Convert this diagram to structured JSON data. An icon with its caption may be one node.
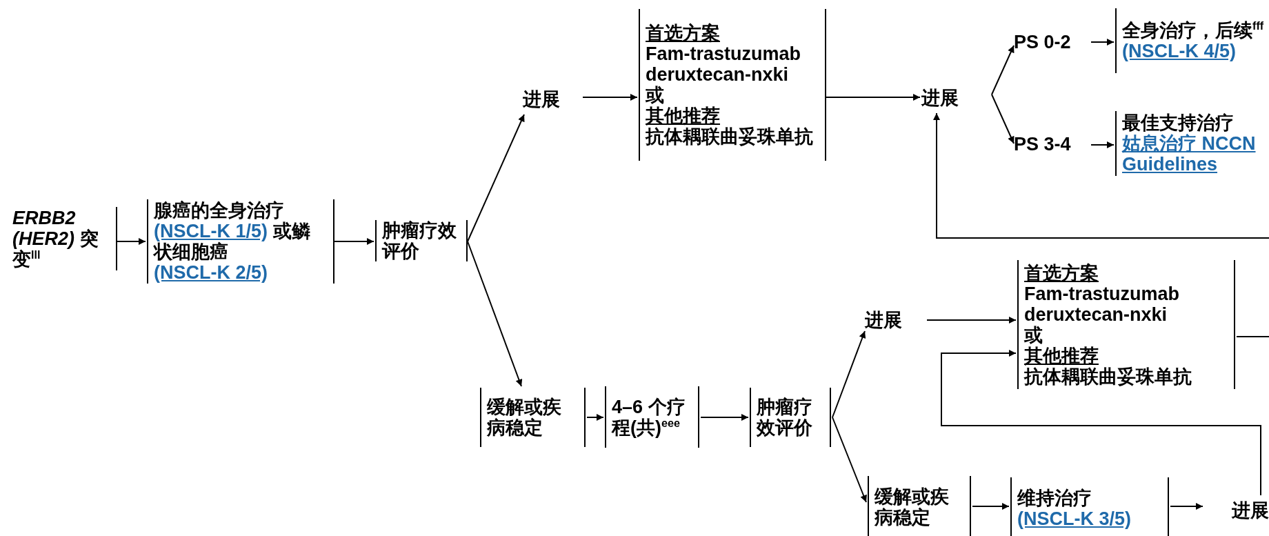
{
  "diagram": {
    "nodes": [
      {
        "text": [
          "*ERBB2 (HER2)* 突变$^{lll}$"
        ]
      },
      {
        "text": [
          "腺癌的全身治疗",
          "(NSCL-K 1/5)",
          "或鳞状细胞癌",
          "(NSCL-K 2/5)"
        ]
      },
      {
        "text": [
          "肿瘤疗效评价"
        ]
      },
      {
        "text": [
          "进展"
        ]
      },
      {
        "text": [
          "首选方案",
          "Fam-trastuzumab deruxtecan-nxki",
          "或",
          "其他推荐",
          "抗体耦联曲妥珠单抗"
        ]
      },
      {
        "text": [
          "进展"
        ]
      },
      {
        "text": [
          "PS 0-2"
        ]
      },
      {
        "text": [
          "PS 3-4"
        ]
      },
      {
        "text": [
          "全身治疗，后续$^{fff}$",
          "(NSCL-K 4/5)"
        ]
      },
      {
        "text": [
          "最佳支持治疗",
          "姑息治疗 NCCN Guidelines"
        ]
      },
      {
        "text": [
          "缓解或疾病稳定"
        ]
      },
      {
        "text": [
          "4–6 个疗程(共)$^{eee}$"
        ]
      },
      {
        "text": [
          "肿瘤疗效评价"
        ]
      },
      {
        "text": [
          "进展"
        ]
      },
      {
        "text": [
          "首选方案",
          "Fam-trastuzumab deruxtecan-nxki",
          "或",
          "其他推荐",
          "抗体耦联曲妥珠单抗"
        ]
      },
      {
        "text": [
          "缓解或疾病稳定"
        ]
      },
      {
        "text": [
          "维持治疗",
          "(NSCL-K 3/5)"
        ]
      },
      {
        "text": [
          "进展"
        ]
      }
    ],
    "edges": [
      {
        "from": 0,
        "to": 1,
        "arrow": "to"
      },
      {
        "from": 1,
        "to": 2,
        "arrow": "to"
      },
      {
        "from": 2,
        "to": 3,
        "arrow": "to"
      },
      {
        "from": 2,
        "to": 10,
        "arrow": "to"
      },
      {
        "from": 3,
        "to": 4,
        "arrow": "to"
      },
      {
        "from": 4,
        "to": 5,
        "arrow": "to"
      },
      {
        "from": 5,
        "to": 6,
        "arrow": "to"
      },
      {
        "from": 5,
        "to": 7,
        "arrow": "to"
      },
      {
        "from": 6,
        "to": 8,
        "arrow": "to"
      },
      {
        "from": 7,
        "to": 9,
        "arrow": "to"
      },
      {
        "from": null,
        "to": 5,
        "arrow": "to"
      },
      {
        "from": 10,
        "to": 11,
        "arrow": "to"
      },
      {
        "from": 11,
        "to": 12,
        "arrow": "to"
      },
      {
        "from": 12,
        "to": 13,
        "arrow": "to"
      },
      {
        "from": 12,
        "to": 15,
        "arrow": "to"
      },
      {
        "from": 13,
        "to": 14,
        "arrow": "to"
      },
      {
        "from": 14,
        "to": null,
        "arrow": "none"
      },
      {
        "from": 17,
        "to": 14,
        "arrow": "to"
      },
      {
        "from": 15,
        "to": 16,
        "arrow": "to"
      },
      {
        "from": 16,
        "to": 17,
        "arrow": "to"
      }
    ]
  }
}
